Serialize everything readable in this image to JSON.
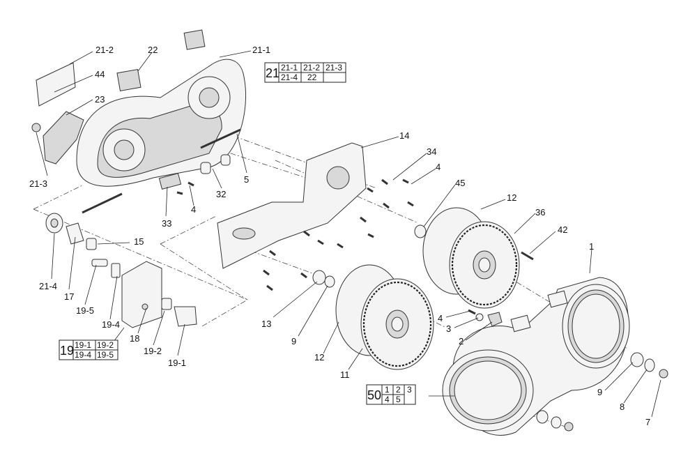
{
  "callouts": [
    {
      "id": "c-21-2",
      "text": "21-2"
    },
    {
      "id": "c-22",
      "text": "22"
    },
    {
      "id": "c-21-1",
      "text": "21-1"
    },
    {
      "id": "c-44",
      "text": "44"
    },
    {
      "id": "c-23",
      "text": "23"
    },
    {
      "id": "c-21-3",
      "text": "21-3"
    },
    {
      "id": "c-5",
      "text": "5"
    },
    {
      "id": "c-32",
      "text": "32"
    },
    {
      "id": "c-33",
      "text": "33"
    },
    {
      "id": "c-4a",
      "text": "4"
    },
    {
      "id": "c-14",
      "text": "14"
    },
    {
      "id": "c-34",
      "text": "34"
    },
    {
      "id": "c-4b",
      "text": "4"
    },
    {
      "id": "c-45",
      "text": "45"
    },
    {
      "id": "c-12a",
      "text": "12"
    },
    {
      "id": "c-36",
      "text": "36"
    },
    {
      "id": "c-42",
      "text": "42"
    },
    {
      "id": "c-1",
      "text": "1"
    },
    {
      "id": "c-15",
      "text": "15"
    },
    {
      "id": "c-21-4",
      "text": "21-4"
    },
    {
      "id": "c-17",
      "text": "17"
    },
    {
      "id": "c-19-5",
      "text": "19-5"
    },
    {
      "id": "c-19-4",
      "text": "19-4"
    },
    {
      "id": "c-18",
      "text": "18"
    },
    {
      "id": "c-19-2",
      "text": "19-2"
    },
    {
      "id": "c-19-1",
      "text": "19-1"
    },
    {
      "id": "c-13",
      "text": "13"
    },
    {
      "id": "c-9a",
      "text": "9"
    },
    {
      "id": "c-12b",
      "text": "12"
    },
    {
      "id": "c-11",
      "text": "11"
    },
    {
      "id": "c-4c",
      "text": "4"
    },
    {
      "id": "c-3",
      "text": "3"
    },
    {
      "id": "c-2",
      "text": "2"
    },
    {
      "id": "c-9b",
      "text": "9"
    },
    {
      "id": "c-8",
      "text": "8"
    },
    {
      "id": "c-7",
      "text": "7"
    }
  ],
  "tables": {
    "t21": {
      "main": "21",
      "row1": [
        "21-1",
        "21-2",
        "21-3"
      ],
      "row2": [
        "21-4",
        "22",
        ""
      ]
    },
    "t19": {
      "main": "19",
      "row1": [
        "19-1",
        "19-2"
      ],
      "row2": [
        "19-4",
        "19-5"
      ]
    },
    "t50": {
      "main": "50",
      "row1": [
        "1",
        "2",
        "3"
      ],
      "row2": [
        "4",
        "5",
        ""
      ]
    }
  }
}
